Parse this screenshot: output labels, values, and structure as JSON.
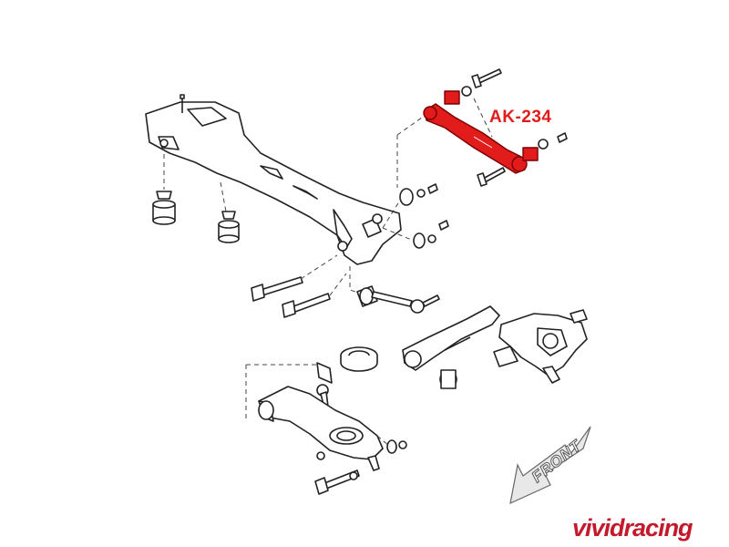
{
  "part": {
    "label": "AK-234",
    "highlight_color": "#e21b1b"
  },
  "direction": {
    "label": "FRONT"
  },
  "watermark": {
    "text": "vividracing",
    "color": "#c4182b"
  },
  "colors": {
    "line": "#222222",
    "arrow_fill": "#e8e8e8"
  }
}
